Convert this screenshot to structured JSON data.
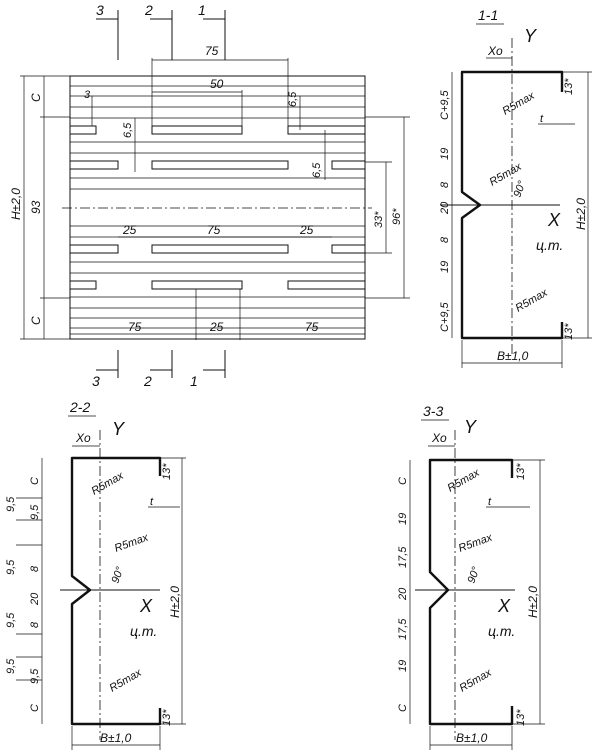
{
  "section_marks": {
    "m3": "3",
    "m2": "2",
    "m1": "1"
  },
  "plan": {
    "dim_75_top": "75",
    "dim_50": "50",
    "dim_3": "3",
    "dim_6_5_a": "6,5",
    "dim_6_5_b": "6,5",
    "dim_6_5_c": "6,5",
    "dim_H": "H±2,0",
    "dim_93": "93",
    "dim_C_top": "C",
    "dim_C_bot": "C",
    "dim_33": "33*",
    "dim_96": "96*",
    "dim_25_l": "25",
    "dim_75_mid": "75",
    "dim_25_r": "25",
    "dim_75_bl": "75",
    "dim_25_bm": "25",
    "dim_75_br": "75"
  },
  "section_1_1": {
    "title": "1-1",
    "axis_y": "Y",
    "axis_x": "X",
    "xo": "Xo",
    "centroid": "ц.т.",
    "angle": "90°",
    "r_top": "R5max",
    "r_mid": "R5max",
    "r_bot": "R5max",
    "t": "t",
    "lip_top": "13*",
    "lip_bot": "13*",
    "height": "H±2,0",
    "width": "B±1,0",
    "d_c95_top": "C+9,5",
    "d_19_top": "19",
    "d_8_top": "8",
    "d_20": "20",
    "d_8_bot": "8",
    "d_19_bot": "19",
    "d_c95_bot": "C+9,5"
  },
  "section_2_2": {
    "title": "2-2",
    "axis_y": "Y",
    "axis_x": "X",
    "xo": "Xo",
    "centroid": "ц.т.",
    "angle": "90°",
    "r_top": "R5max",
    "r_mid": "R5max",
    "r_bot": "R5max",
    "t": "t",
    "lip_top": "13*",
    "lip_bot": "13*",
    "height": "H±2,0",
    "width": "B±1,0",
    "d_c_top": "C",
    "d_9_5_a": "9,5",
    "d_9_5_b": "9,5",
    "d_9_5_c": "9,5",
    "d_8_top": "8",
    "d_20": "20",
    "d_8_bot": "8",
    "d_9_5_d": "9,5",
    "d_9_5_e": "9,5",
    "d_9_5_f": "9,5",
    "d_c_bot": "C"
  },
  "section_3_3": {
    "title": "3-3",
    "axis_y": "Y",
    "axis_x": "X",
    "xo": "Xo",
    "centroid": "ц.т.",
    "angle": "90°",
    "r_top": "R5max",
    "r_mid": "R5max",
    "r_bot": "R5max",
    "t": "t",
    "lip_top": "13*",
    "lip_bot": "13*",
    "height": "H±2,0",
    "width": "B±1,0",
    "d_c_top": "C",
    "d_19_top": "19",
    "d_17_5_top": "17,5",
    "d_20": "20",
    "d_17_5_bot": "17,5",
    "d_19_bot": "19",
    "d_c_bot": "C"
  }
}
